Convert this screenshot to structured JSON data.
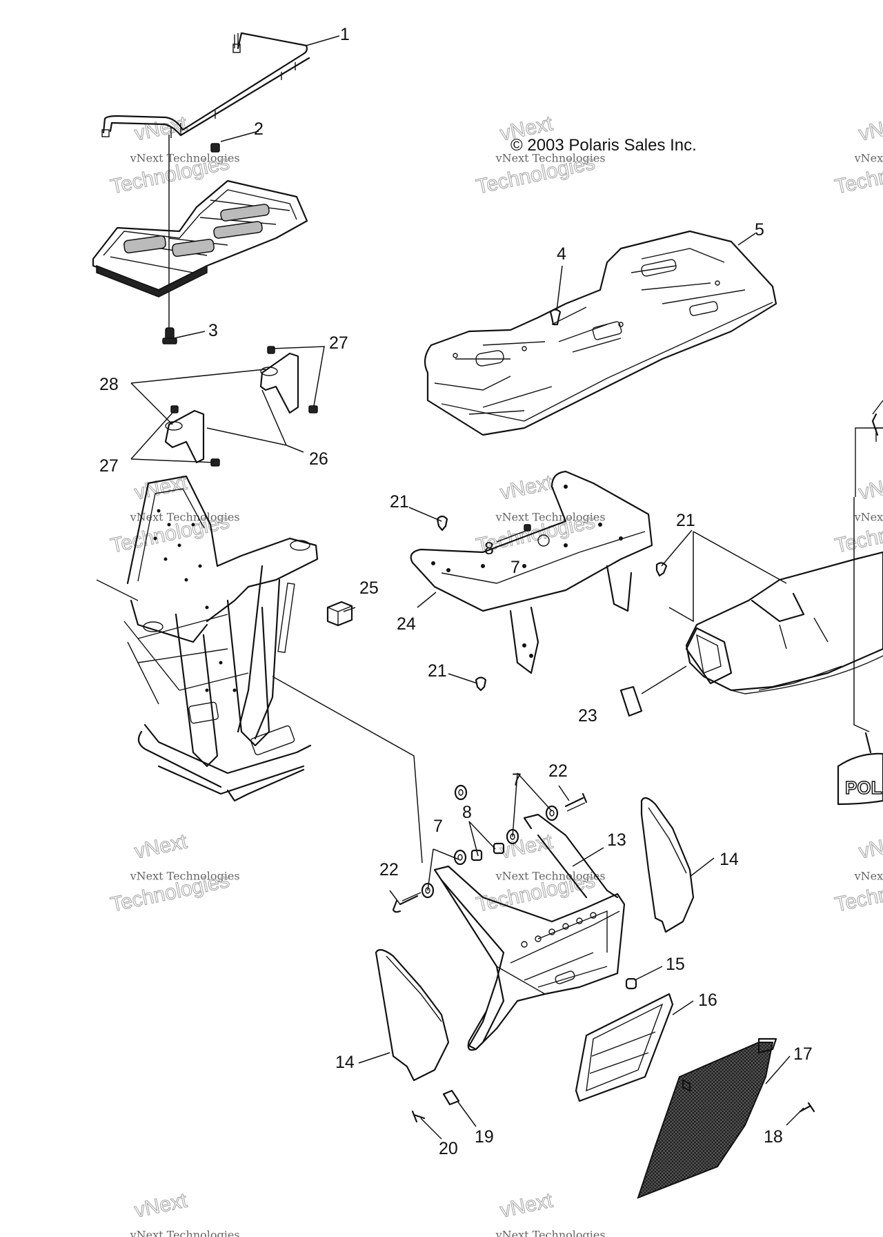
{
  "copyright": "© 2003 Polaris Sales Inc.",
  "watermark": {
    "line1": "vNext",
    "line2": "vNext Technologies",
    "line3": "Technologies"
  },
  "callouts": [
    {
      "id": "c1",
      "label": "1"
    },
    {
      "id": "c2",
      "label": "2"
    },
    {
      "id": "c3",
      "label": "3"
    },
    {
      "id": "c4",
      "label": "4"
    },
    {
      "id": "c5",
      "label": "5"
    },
    {
      "id": "c27a",
      "label": "27"
    },
    {
      "id": "c28",
      "label": "28"
    },
    {
      "id": "c27b",
      "label": "27"
    },
    {
      "id": "c26",
      "label": "26"
    },
    {
      "id": "c21a",
      "label": "21"
    },
    {
      "id": "c8a",
      "label": "8"
    },
    {
      "id": "c7a",
      "label": "7"
    },
    {
      "id": "c21b",
      "label": "21"
    },
    {
      "id": "c25",
      "label": "25"
    },
    {
      "id": "c24",
      "label": "24"
    },
    {
      "id": "c21c",
      "label": "21"
    },
    {
      "id": "c23",
      "label": "23"
    },
    {
      "id": "c7b",
      "label": "7"
    },
    {
      "id": "c22a",
      "label": "22"
    },
    {
      "id": "c8b",
      "label": "8"
    },
    {
      "id": "c7c",
      "label": "7"
    },
    {
      "id": "c13",
      "label": "13"
    },
    {
      "id": "c14a",
      "label": "14"
    },
    {
      "id": "c22b",
      "label": "22"
    },
    {
      "id": "c15",
      "label": "15"
    },
    {
      "id": "c16",
      "label": "16"
    },
    {
      "id": "c14b",
      "label": "14"
    },
    {
      "id": "c17",
      "label": "17"
    },
    {
      "id": "c19",
      "label": "19"
    },
    {
      "id": "c20",
      "label": "20"
    },
    {
      "id": "c18",
      "label": "18"
    }
  ],
  "logo_text": "POL"
}
